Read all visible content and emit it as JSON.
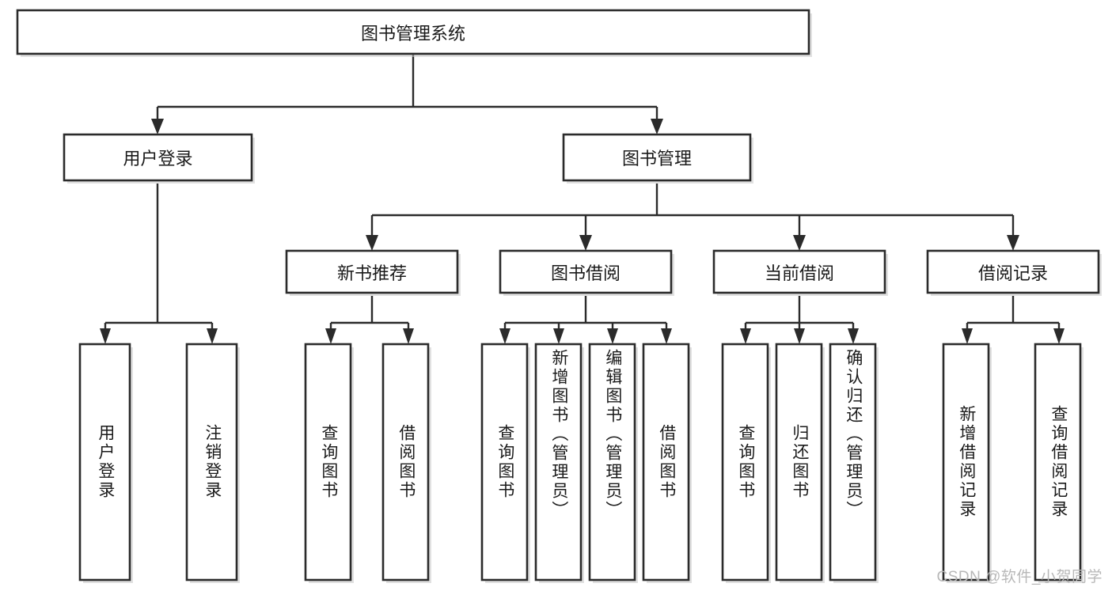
{
  "diagram": {
    "type": "tree-hierarchy",
    "title": "图书管理系统",
    "orientation": "top-down",
    "colors": {
      "box_stroke": "#2b2b2b",
      "box_fill": "#ffffff",
      "connector": "#2b2b2b",
      "text": "#1a1a1a",
      "watermark": "#b8b8b8"
    },
    "root": {
      "id": "root",
      "label": "图书管理系统",
      "text_orientation": "horizontal"
    },
    "level2": [
      {
        "id": "user-login",
        "label": "用户登录",
        "text_orientation": "horizontal"
      },
      {
        "id": "book-manage",
        "label": "图书管理",
        "text_orientation": "horizontal"
      }
    ],
    "level3": [
      {
        "id": "new-book-recommend",
        "label": "新书推荐",
        "parent": "book-manage",
        "text_orientation": "horizontal"
      },
      {
        "id": "book-borrow",
        "label": "图书借阅",
        "parent": "book-manage",
        "text_orientation": "horizontal"
      },
      {
        "id": "current-borrow",
        "label": "当前借阅",
        "parent": "book-manage",
        "text_orientation": "horizontal"
      },
      {
        "id": "borrow-record",
        "label": "借阅记录",
        "parent": "book-manage",
        "text_orientation": "horizontal"
      }
    ],
    "leaves": [
      {
        "id": "leaf-user-login",
        "label": "用户登录",
        "parent": "user-login",
        "text_orientation": "vertical"
      },
      {
        "id": "leaf-logout",
        "label": "注销登录",
        "parent": "user-login",
        "text_orientation": "vertical"
      },
      {
        "id": "leaf-query-book-1",
        "label": "查询图书",
        "parent": "new-book-recommend",
        "text_orientation": "vertical"
      },
      {
        "id": "leaf-borrow-book-1",
        "label": "借阅图书",
        "parent": "new-book-recommend",
        "text_orientation": "vertical"
      },
      {
        "id": "leaf-query-book-2",
        "label": "查询图书",
        "parent": "book-borrow",
        "text_orientation": "vertical"
      },
      {
        "id": "leaf-add-book",
        "label": "新增图书（管理员）",
        "parent": "book-borrow",
        "text_orientation": "vertical"
      },
      {
        "id": "leaf-edit-book",
        "label": "编辑图书（管理员）",
        "parent": "book-borrow",
        "text_orientation": "vertical"
      },
      {
        "id": "leaf-borrow-book-2",
        "label": "借阅图书",
        "parent": "book-borrow",
        "text_orientation": "vertical"
      },
      {
        "id": "leaf-query-book-3",
        "label": "查询图书",
        "parent": "current-borrow",
        "text_orientation": "vertical"
      },
      {
        "id": "leaf-return-book",
        "label": "归还图书",
        "parent": "current-borrow",
        "text_orientation": "vertical"
      },
      {
        "id": "leaf-confirm-return",
        "label": "确认归还（管理员）",
        "parent": "current-borrow",
        "text_orientation": "vertical"
      },
      {
        "id": "leaf-add-record",
        "label": "新增借阅记录",
        "parent": "borrow-record",
        "text_orientation": "vertical"
      },
      {
        "id": "leaf-query-record",
        "label": "查询借阅记录",
        "parent": "borrow-record",
        "text_orientation": "vertical"
      }
    ]
  },
  "watermark": {
    "text": "CSDN @软件_小贺同学"
  }
}
